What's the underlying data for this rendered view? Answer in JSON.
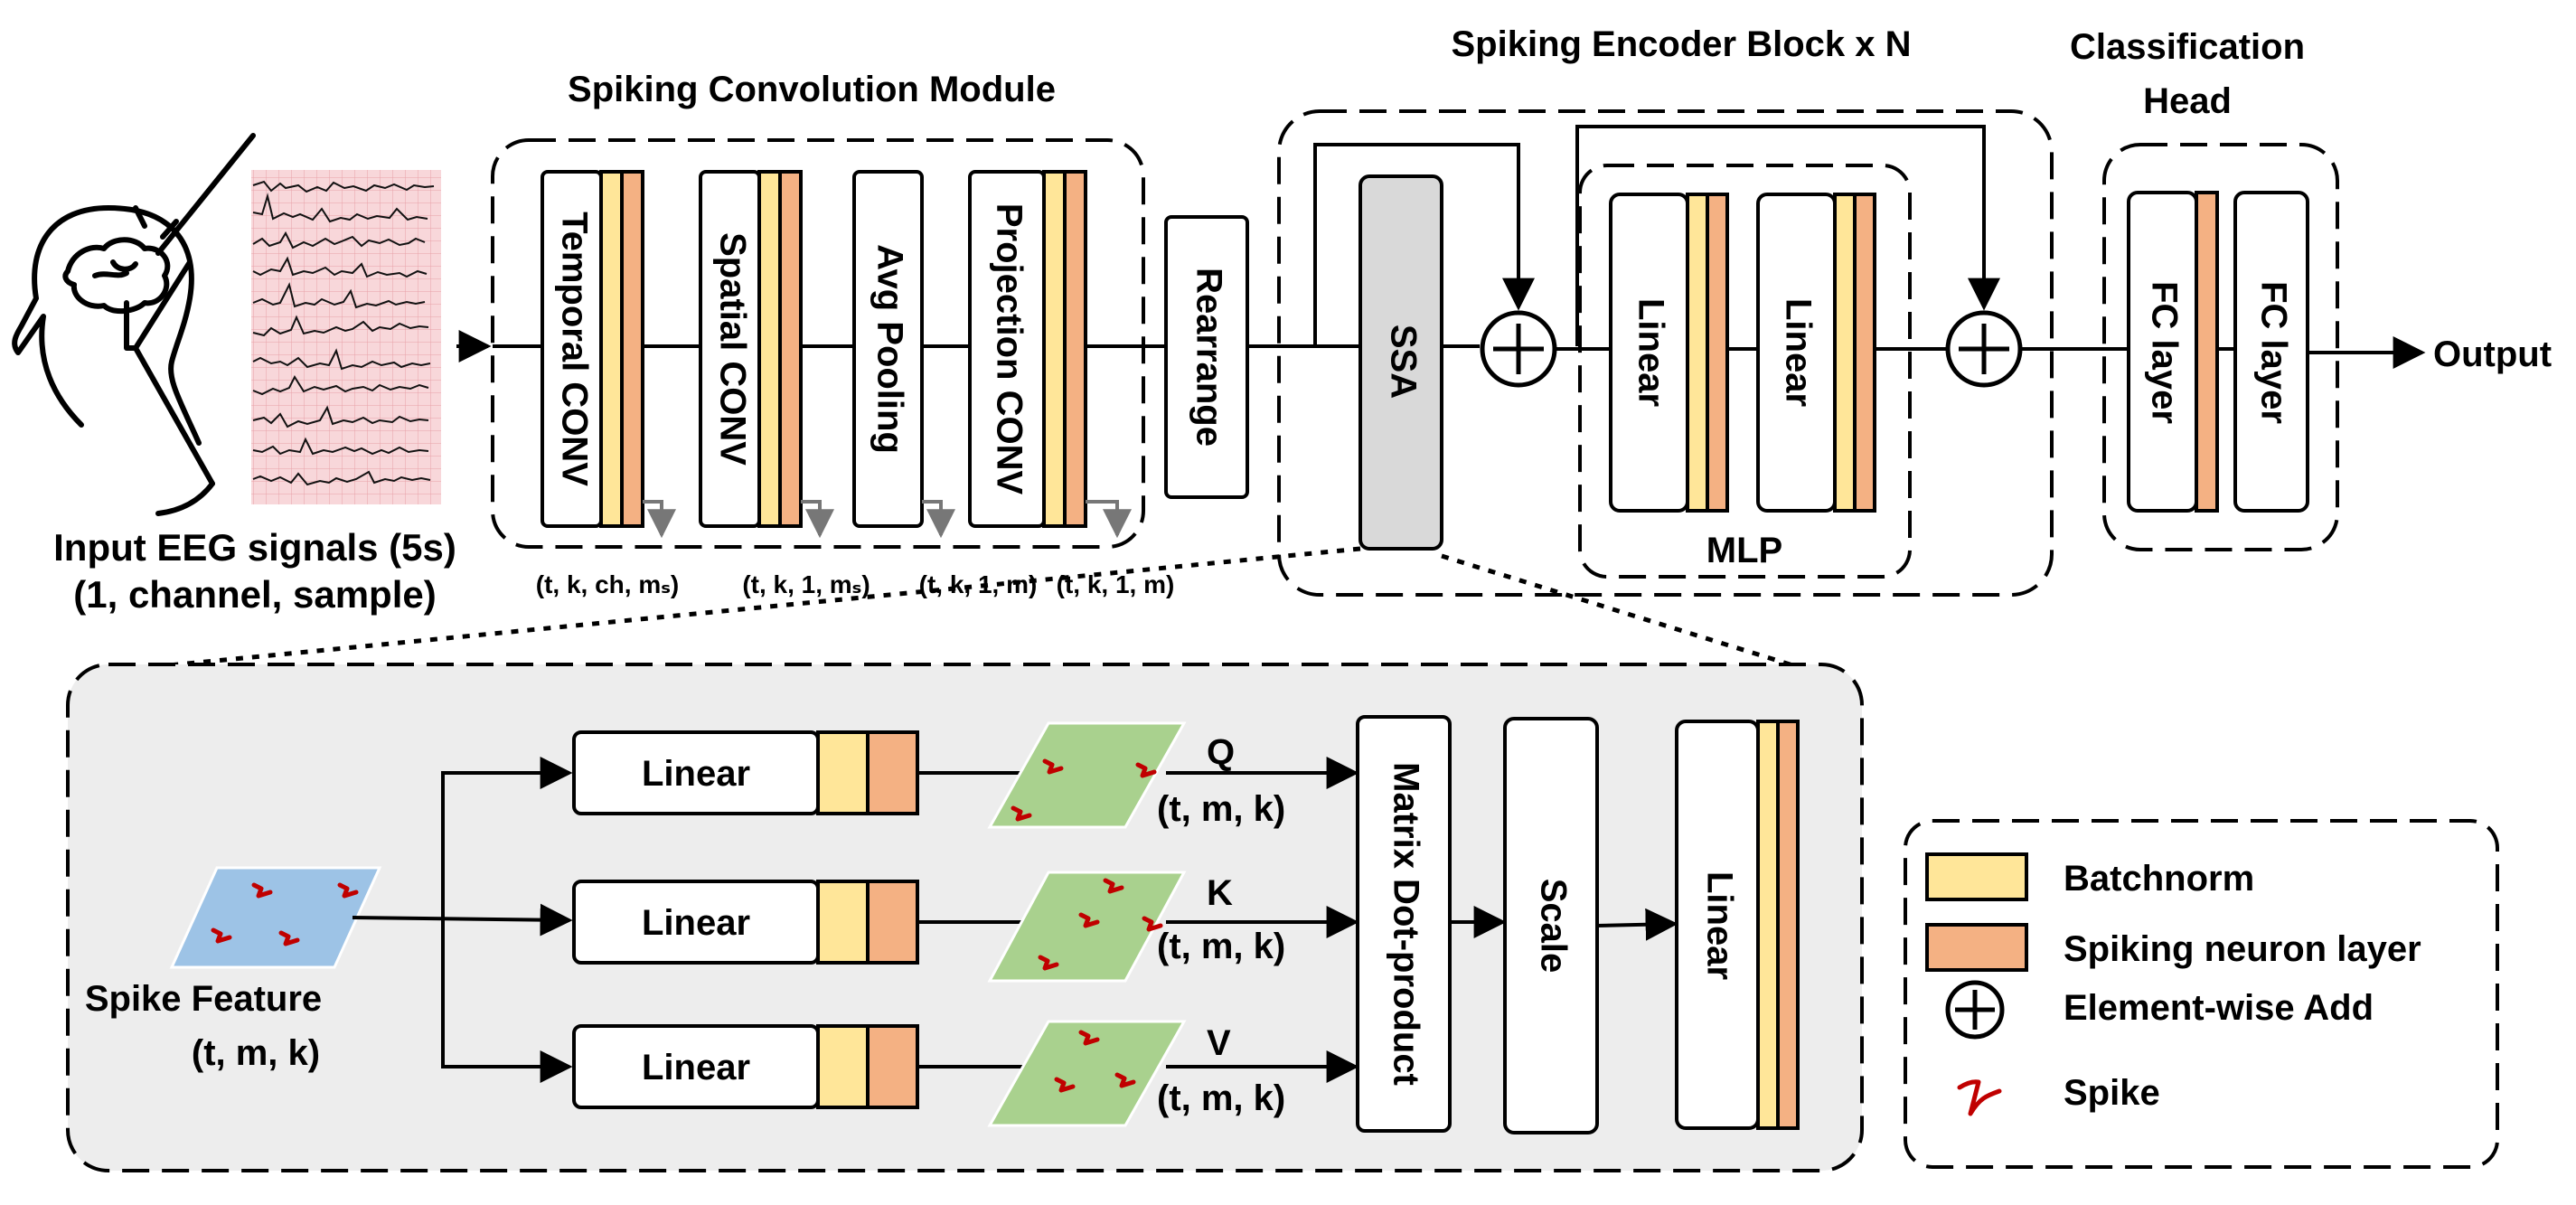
{
  "input": {
    "caption_line1": "Input EEG signals (5s)",
    "caption_line2": "(1, channel, sample)"
  },
  "conv_module": {
    "title": "Spiking Convolution Module",
    "blocks": [
      "Temporal CONV",
      "Spatial CONV",
      "Avg Pooling",
      "Projection CONV"
    ],
    "dims": [
      "(t, k, ch, mₛ)",
      "(t, k, 1, mₛ)",
      "(t, k, 1, m)",
      "(t, k, 1, m)"
    ]
  },
  "rearrange": "Rearrange",
  "encoder": {
    "title": "Spiking Encoder Block x N",
    "ssa": "SSA",
    "mlp_label": "MLP",
    "linear1": "Linear",
    "linear2": "Linear"
  },
  "head": {
    "title_line1": "Classification",
    "title_line2": "Head",
    "fc1": "FC layer",
    "fc2": "FC layer",
    "output": "Output"
  },
  "ssa_detail": {
    "spike_feature": "Spike Feature",
    "spike_dims": "(t, m, k)",
    "linear_labels": [
      "Linear",
      "Linear",
      "Linear"
    ],
    "qkv": [
      {
        "letter": "Q",
        "dims": "(t, m, k)"
      },
      {
        "letter": "K",
        "dims": "(t, m, k)"
      },
      {
        "letter": "V",
        "dims": "(t, m, k)"
      }
    ],
    "matmul": "Matrix Dot-product",
    "scale": "Scale",
    "out_linear": "Linear"
  },
  "legend": {
    "batchnorm": "Batchnorm",
    "spiking": "Spiking neuron layer",
    "add": "Element-wise Add",
    "spike": "Spike"
  },
  "colors": {
    "batchnorm": "#FFE699",
    "spiking_neuron": "#F4B183",
    "ssa_fill": "#D9D9D9",
    "detail_bg": "#EDEDED",
    "spike_feature_fill": "#9DC3E6",
    "qkv_fill": "#A9D18E",
    "spike_mark": "#C00000",
    "eeg_bg": "#F8D7DA"
  }
}
